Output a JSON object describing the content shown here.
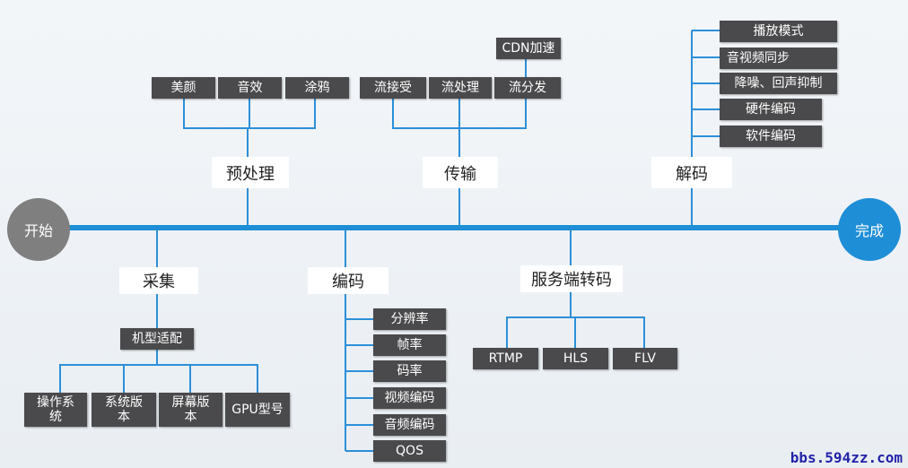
{
  "start_label": "开始",
  "end_label": "完成",
  "watermark": "bbs.594zz.com",
  "colors": {
    "timeline": "#1e8ed6",
    "connector": "#2d8fd8",
    "box": "#4a4a4c",
    "start": "#7f7f7f",
    "end": "#1e8ed6"
  },
  "stages": {
    "preprocess": {
      "label": "预处理",
      "items": [
        "美颜",
        "音效",
        "涂鸦"
      ]
    },
    "transport": {
      "label": "传输",
      "items": [
        "流接受",
        "流处理",
        "流分发"
      ],
      "top_item": "CDN加速"
    },
    "decode": {
      "label": "解码",
      "items": [
        "播放模式",
        "音视频同步",
        "降噪、回声抑制",
        "硬件编码",
        "软件编码"
      ]
    },
    "capture": {
      "label": "采集",
      "sub_label": "机型适配",
      "items": [
        "操作系\n统",
        "系统版\n本",
        "屏幕版\n本",
        "GPU型号"
      ]
    },
    "encode": {
      "label": "编码",
      "items": [
        "分辨率",
        "帧率",
        "码率",
        "视频编码",
        "音频编码",
        "QOS"
      ]
    },
    "server": {
      "label": "服务端转码",
      "items": [
        "RTMP",
        "HLS",
        "FLV"
      ]
    }
  }
}
